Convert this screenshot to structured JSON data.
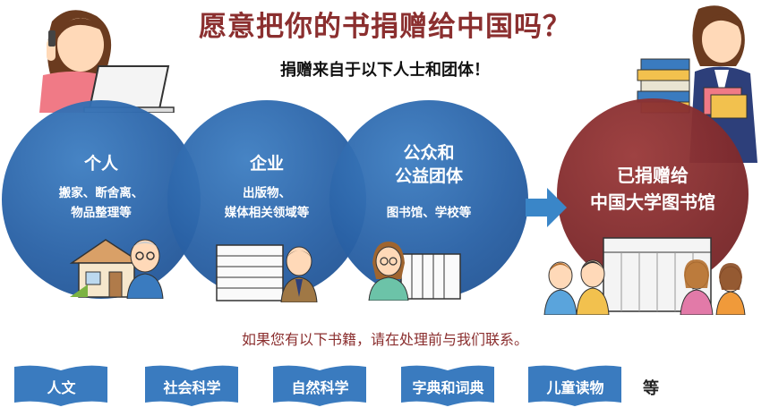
{
  "title": "愿意把你的书捐赠给中国吗？",
  "subtitle": "捐赠来自于以下人士和团体！",
  "circles": [
    {
      "heading": "个人",
      "line1": "搬家、断舍离、",
      "line2": "物品整理等"
    },
    {
      "heading": "企业",
      "line1": "出版物、",
      "line2": "媒体相关领域等"
    },
    {
      "heading1": "公众和",
      "heading2": "公益团体",
      "line1": "图书馆、学校等"
    }
  ],
  "destination": {
    "line1": "已捐赠给",
    "line2": "中国大学图书馆"
  },
  "contact_note": "如果您有以下书籍，请在处理前与我们联系。",
  "book_types": [
    "人文",
    "社会科学",
    "自然科学",
    "字典和词典",
    "儿童读物"
  ],
  "etc_label": "等",
  "colors": {
    "blue": "#2a62a6",
    "maroon": "#7f2a2c",
    "book_blue": "#3a7bbf",
    "title_red": "#8b2f2f"
  },
  "icons": [
    "woman-at-laptop",
    "woman-with-books",
    "house",
    "man-elderly",
    "office-building",
    "businessman",
    "library-building",
    "woman-librarian",
    "arrow-right",
    "university-building",
    "students"
  ]
}
